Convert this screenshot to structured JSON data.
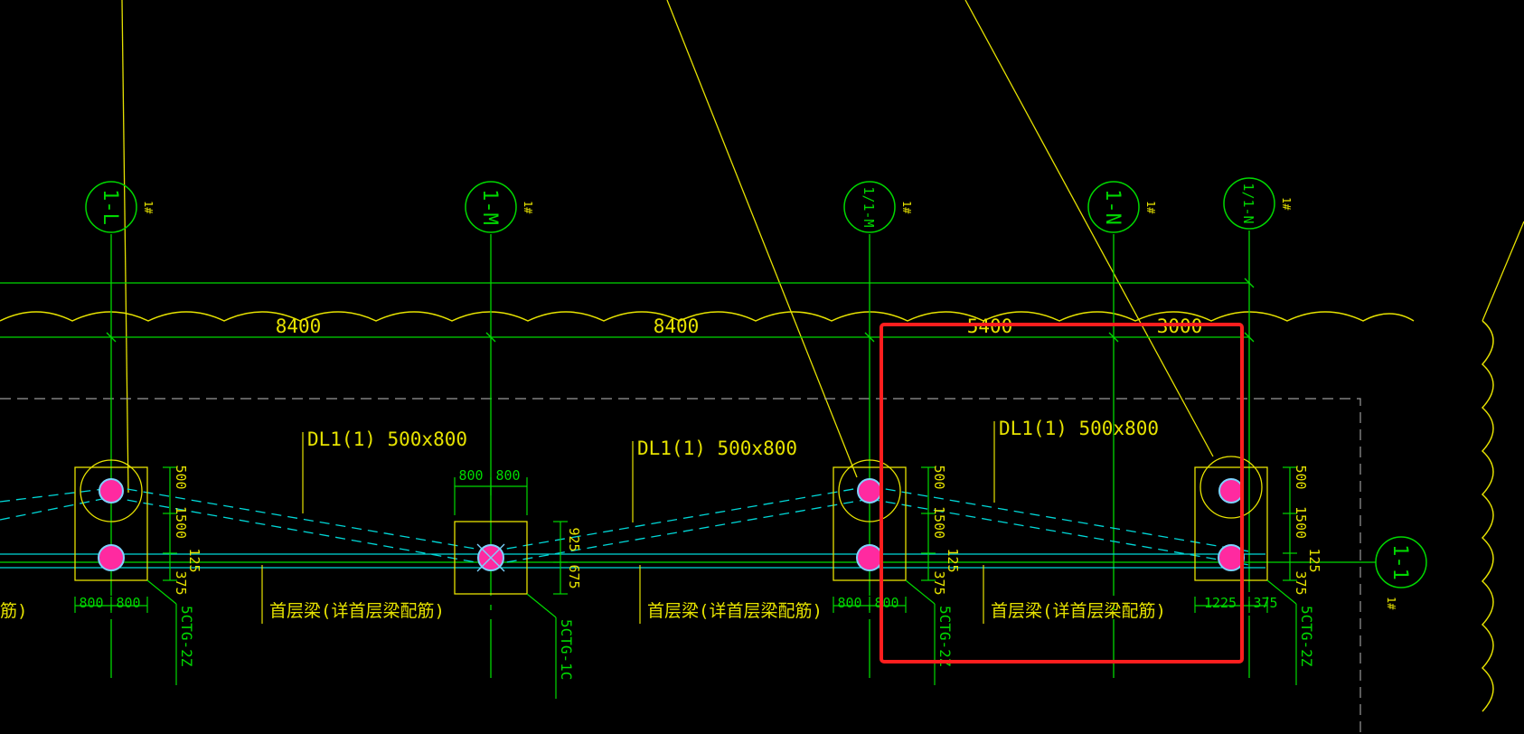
{
  "axes": [
    {
      "label": "1-L",
      "marker": "1#"
    },
    {
      "label": "1-M",
      "marker": "1#"
    },
    {
      "label": "1/1-M",
      "marker": "1#"
    },
    {
      "label": "1-N",
      "marker": "1#"
    },
    {
      "label": "1/1-N",
      "marker": "1#"
    }
  ],
  "section_axis": {
    "label": "1-1",
    "marker": "1#"
  },
  "spans": [
    "8400",
    "8400",
    "5400",
    "3000"
  ],
  "beam_labels": [
    "DL1(1) 500x800",
    "DL1(1) 500x800",
    "DL1(1) 500x800"
  ],
  "ground_beam_labels": [
    "首层梁(详首层梁配筋)",
    "首层梁(详首层梁配筋)",
    "首层梁(详首层梁配筋)"
  ],
  "left_edge_text": "筋)",
  "cap_labels": [
    "5CTG-2Z",
    "5CTG-1C",
    "5CTG-2Z",
    "5CTG-2Z"
  ],
  "dims": {
    "cap1_w": [
      "800",
      "800"
    ],
    "cap2_top": [
      "800",
      "800"
    ],
    "cap2_side": [
      "925",
      "675"
    ],
    "cap3_w": [
      "800",
      "800"
    ],
    "cap4_w": [
      "1225",
      "375"
    ],
    "cap1_side": [
      "500",
      "1500",
      "125",
      "375"
    ],
    "cap3_side": [
      "500",
      "1500",
      "125",
      "375"
    ],
    "cap4_side": [
      "500",
      "1500",
      "125",
      "375"
    ]
  },
  "colors": {
    "background": "#000000",
    "grid_green": "#00d800",
    "annotation_yellow": "#e6e200",
    "beam_cyan": "#00d8d8",
    "pile_magenta": "#ff2aa0",
    "highlight_red": "#ff1e1e"
  }
}
